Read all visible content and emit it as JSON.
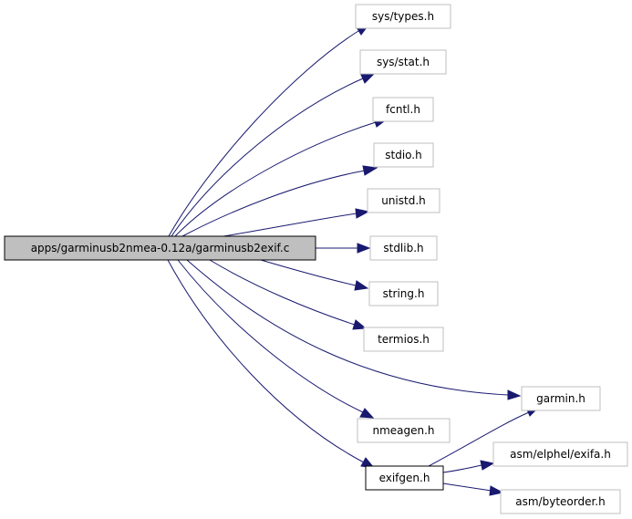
{
  "diagram": {
    "source": "apps/garminusb2nmea-0.12a/garminusb2exif.c",
    "includes": [
      "sys/types.h",
      "sys/stat.h",
      "fcntl.h",
      "stdio.h",
      "unistd.h",
      "stdlib.h",
      "string.h",
      "termios.h",
      "garmin.h",
      "nmeagen.h",
      "exifgen.h",
      "asm/elphel/exifa.h",
      "asm/byteorder.h"
    ],
    "edges": [
      [
        "apps/garminusb2nmea-0.12a/garminusb2exif.c",
        "sys/types.h"
      ],
      [
        "apps/garminusb2nmea-0.12a/garminusb2exif.c",
        "sys/stat.h"
      ],
      [
        "apps/garminusb2nmea-0.12a/garminusb2exif.c",
        "fcntl.h"
      ],
      [
        "apps/garminusb2nmea-0.12a/garminusb2exif.c",
        "stdio.h"
      ],
      [
        "apps/garminusb2nmea-0.12a/garminusb2exif.c",
        "unistd.h"
      ],
      [
        "apps/garminusb2nmea-0.12a/garminusb2exif.c",
        "stdlib.h"
      ],
      [
        "apps/garminusb2nmea-0.12a/garminusb2exif.c",
        "string.h"
      ],
      [
        "apps/garminusb2nmea-0.12a/garminusb2exif.c",
        "termios.h"
      ],
      [
        "apps/garminusb2nmea-0.12a/garminusb2exif.c",
        "garmin.h"
      ],
      [
        "apps/garminusb2nmea-0.12a/garminusb2exif.c",
        "nmeagen.h"
      ],
      [
        "apps/garminusb2nmea-0.12a/garminusb2exif.c",
        "exifgen.h"
      ],
      [
        "exifgen.h",
        "garmin.h"
      ],
      [
        "exifgen.h",
        "asm/elphel/exifa.h"
      ],
      [
        "exifgen.h",
        "asm/byteorder.h"
      ]
    ]
  },
  "colors": {
    "edge": "#191970",
    "box_border": "#bfbfbf",
    "root_fill": "#bfbfbf",
    "emphasis_border": "#000000"
  }
}
